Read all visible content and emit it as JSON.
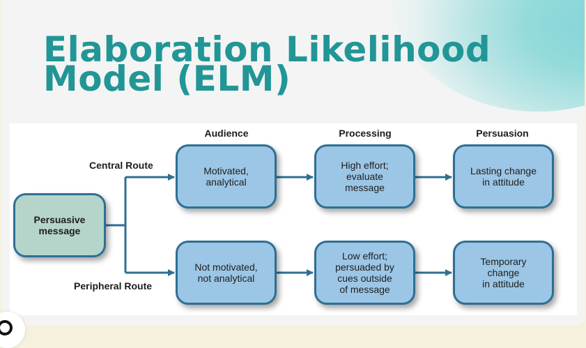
{
  "title": {
    "line1": "Elaboration Likelihood",
    "line2": "Model (ELM)"
  },
  "colors": {
    "title": "#229696",
    "box_fill": "#9cc6e6",
    "box_border": "#2e6f93",
    "source_fill": "#b5d5cb",
    "arrow": "#2e6f93"
  },
  "diagram": {
    "column_headers": [
      "Audience",
      "Processing",
      "Persuasion"
    ],
    "source": "Persuasive\nmessage",
    "routes": [
      {
        "label": "Central Route",
        "steps": [
          "Motivated,\nanalytical",
          "High effort;\nevaluate\nmessage",
          "Lasting change\nin attitude"
        ]
      },
      {
        "label": "Peripheral Route",
        "steps": [
          "Not motivated,\nnot analytical",
          "Low effort;\npersuaded by\ncues outside\nof message",
          "Temporary\nchange\nin attitude"
        ]
      }
    ]
  },
  "badge": {
    "icon": "circle-logo-icon"
  }
}
